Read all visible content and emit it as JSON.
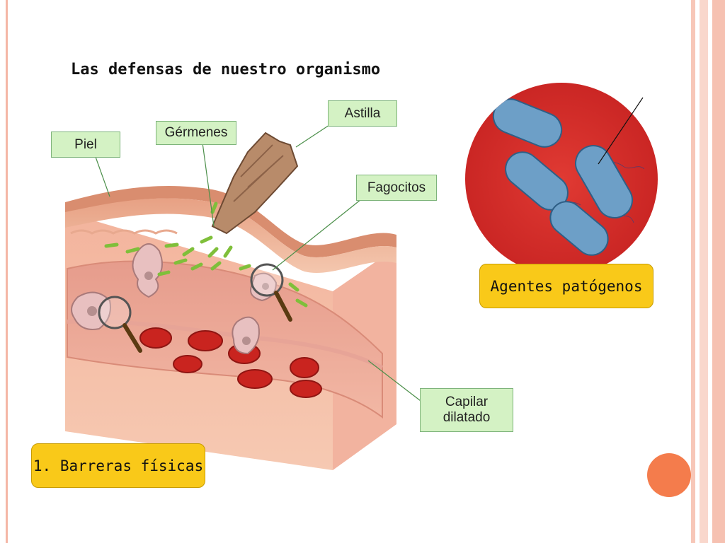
{
  "title": "Las defensas de nuestro organismo",
  "labels": {
    "piel": "Piel",
    "germenes": "Gérmenes",
    "astilla": "Astilla",
    "fagocitos": "Fagocitos",
    "capilar_line1": "Capilar",
    "capilar_line2": "dilatado"
  },
  "badges": {
    "barreras": "1. Barreras físicas",
    "patogenos": "Agentes patógenos"
  },
  "colors": {
    "label_fill": "#d4f2c4",
    "badge_fill": "#f9c919",
    "accent": "#f47c4c"
  }
}
